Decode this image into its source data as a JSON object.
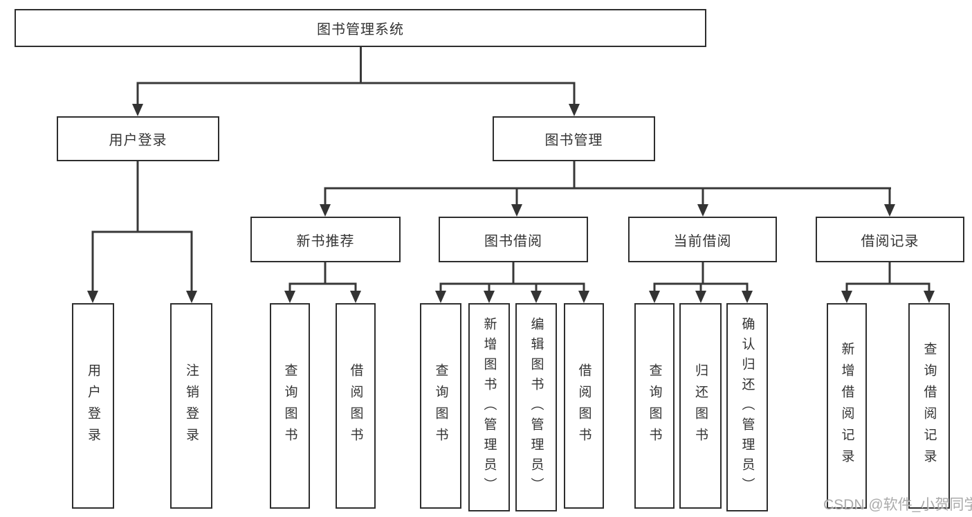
{
  "colors": {
    "background": "#ffffff",
    "box_border": "#2e2e2e",
    "connector_line": "#383838",
    "text": "#333333",
    "watermark": "#9b9b9b"
  },
  "watermark": {
    "text": "CSDN @软件_小贺同学"
  },
  "tree": {
    "root": {
      "label": "图书管理系统"
    },
    "branches": [
      {
        "label": "用户登录",
        "children": [
          {
            "label": "用户登录"
          },
          {
            "label": "注销登录"
          }
        ]
      },
      {
        "label": "图书管理",
        "groups": [
          {
            "label": "新书推荐",
            "children": [
              {
                "label": "查询图书"
              },
              {
                "label": "借阅图书"
              }
            ]
          },
          {
            "label": "图书借阅",
            "children": [
              {
                "label": "查询图书"
              },
              {
                "label": "新增图书（管理员）"
              },
              {
                "label": "编辑图书（管理员）"
              },
              {
                "label": "借阅图书"
              }
            ]
          },
          {
            "label": "当前借阅",
            "children": [
              {
                "label": "查询图书"
              },
              {
                "label": "归还图书"
              },
              {
                "label": "确认归还（管理员）"
              }
            ]
          },
          {
            "label": "借阅记录",
            "children": [
              {
                "label": "新增借阅记录"
              },
              {
                "label": "查询借阅记录"
              }
            ]
          }
        ]
      }
    ]
  }
}
